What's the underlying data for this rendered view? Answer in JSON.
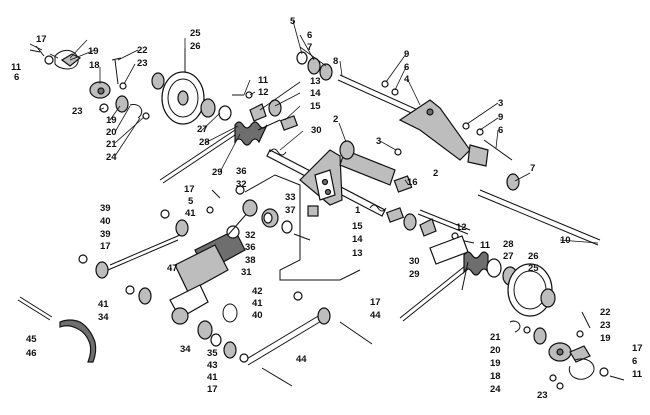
{
  "diagram": {
    "type": "exploded-parts-diagram",
    "colors": {
      "line": "#111111",
      "background": "#ffffff",
      "shade": "#bdbdbd",
      "dark": "#6e6e6e"
    },
    "callouts": [
      "17",
      "19",
      "11",
      "6",
      "18",
      "22",
      "23",
      "25",
      "26",
      "23",
      "19",
      "20",
      "21",
      "24",
      "11",
      "12",
      "13",
      "14",
      "15",
      "27",
      "28",
      "29",
      "30",
      "5",
      "6",
      "7",
      "8",
      "9",
      "6",
      "4",
      "3",
      "9",
      "6",
      "3",
      "2",
      "16",
      "7",
      "10",
      "36",
      "17",
      "32",
      "5",
      "41",
      "39",
      "40",
      "39",
      "17",
      "33",
      "37",
      "1",
      "32",
      "36",
      "38",
      "47",
      "31",
      "15",
      "14",
      "13",
      "12",
      "11",
      "2",
      "28",
      "27",
      "26",
      "25",
      "30",
      "29",
      "42",
      "41",
      "40",
      "17",
      "44",
      "41",
      "34",
      "45",
      "46",
      "34",
      "35",
      "43",
      "41",
      "17",
      "44",
      "22",
      "23",
      "21",
      "20",
      "19",
      "19",
      "18",
      "24",
      "23",
      "17",
      "6",
      "11"
    ]
  }
}
